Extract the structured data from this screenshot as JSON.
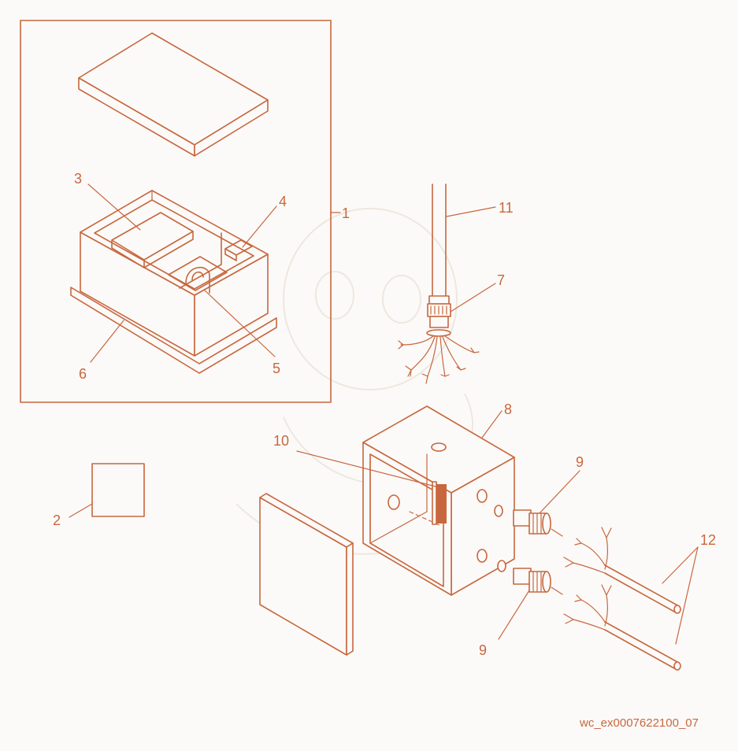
{
  "diagram": {
    "callouts": [
      "1",
      "2",
      "3",
      "4",
      "5",
      "6",
      "7",
      "8",
      "9",
      "9",
      "10",
      "11",
      "12"
    ],
    "doc_id": "wc_ex0007622100_07",
    "line_color": "#c8673e",
    "background_color": "#fbfaf8"
  }
}
